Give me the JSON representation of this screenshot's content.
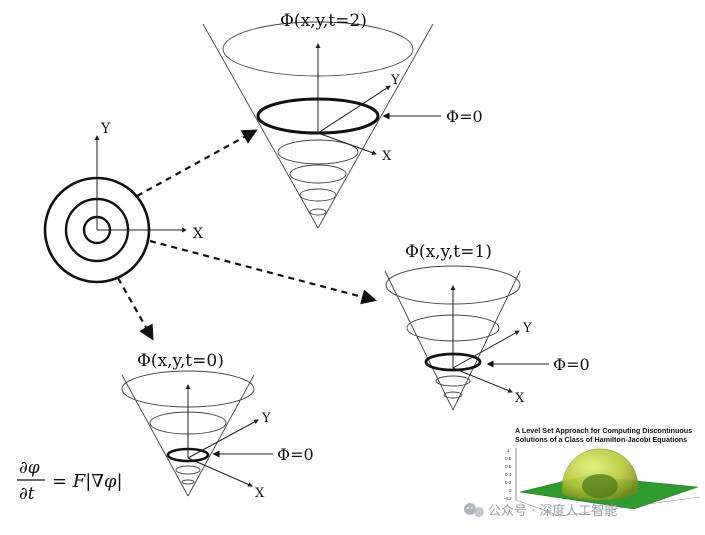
{
  "diagram": {
    "cones": [
      {
        "id": "t2",
        "title": "Φ(x,y,t=2)",
        "zero_label": "Φ=0",
        "x_label": "X",
        "y_label": "Y"
      },
      {
        "id": "t1",
        "title": "Φ(x,y,t=1)",
        "zero_label": "Φ=0",
        "x_label": "X",
        "y_label": "Y"
      },
      {
        "id": "t0",
        "title": "Φ(x,y,t=0)",
        "zero_label": "Φ=0",
        "x_label": "X",
        "y_label": "Y"
      }
    ],
    "plane": {
      "x_label": "X",
      "y_label": "Y"
    },
    "equation": {
      "lhs_num": "∂φ",
      "lhs_den": "∂t",
      "rhs": "= F|∇φ|"
    },
    "inset": {
      "title_line1": "A Level Set Approach for Computing Discontinuous",
      "title_line2": "Solutions of a Class of Hamilton-Jacobi Equations",
      "y_ticks": [
        "1",
        "0.8",
        "0.6",
        "0.4",
        "0.2",
        "0",
        "-0.2"
      ],
      "colors": {
        "plane": "#2f9a2f",
        "dome": "#b6c83a",
        "dome_shade": "#6f8a1f"
      }
    },
    "watermark": "公众号 · 深度人工智能"
  }
}
